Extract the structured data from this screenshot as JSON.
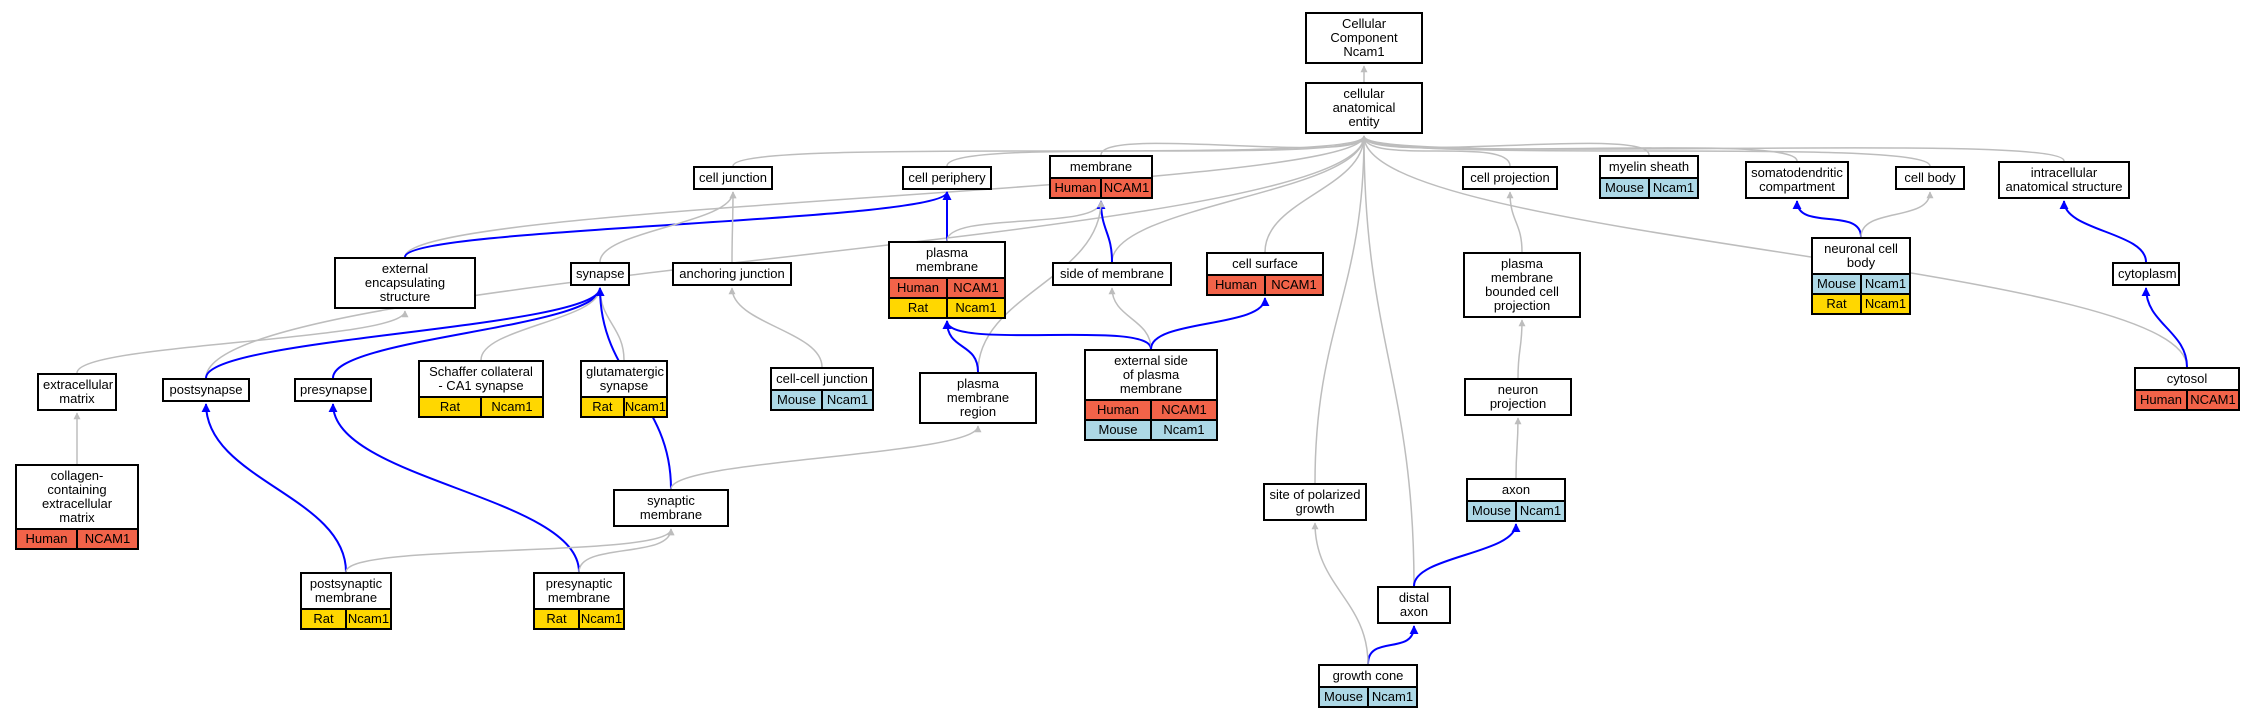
{
  "colors": {
    "gray_edge": "#bdbdbd",
    "blue_edge": "#0000ff",
    "Human": "#f26349",
    "Mouse": "#add8e6",
    "Rat": "#ffd700"
  },
  "terms": {
    "cc": {
      "lines": [
        "Cellular Component",
        "Ncam1"
      ],
      "tags": []
    },
    "cae": {
      "lines": [
        "cellular anatomical",
        "entity"
      ],
      "tags": []
    },
    "cj": {
      "lines": [
        "cell junction"
      ],
      "tags": []
    },
    "cp": {
      "lines": [
        "cell periphery"
      ],
      "tags": []
    },
    "mem": {
      "lines": [
        "membrane"
      ],
      "tags": [
        [
          "Human",
          "NCAM1"
        ]
      ]
    },
    "cproj": {
      "lines": [
        "cell projection"
      ],
      "tags": []
    },
    "ms": {
      "lines": [
        "myelin sheath"
      ],
      "tags": [
        [
          "Mouse",
          "Ncam1"
        ]
      ]
    },
    "sdc": {
      "lines": [
        "somatodendritic",
        "compartment"
      ],
      "tags": []
    },
    "cb": {
      "lines": [
        "cell body"
      ],
      "tags": []
    },
    "ias": {
      "lines": [
        "intracellular",
        "anatomical structure"
      ],
      "tags": []
    },
    "ees": {
      "lines": [
        "external encapsulating",
        "structure"
      ],
      "tags": []
    },
    "syn": {
      "lines": [
        "synapse"
      ],
      "tags": []
    },
    "aj": {
      "lines": [
        "anchoring junction"
      ],
      "tags": []
    },
    "pm": {
      "lines": [
        "plasma membrane"
      ],
      "tags": [
        [
          "Human",
          "NCAM1"
        ],
        [
          "Rat",
          "Ncam1"
        ]
      ]
    },
    "som": {
      "lines": [
        "side of membrane"
      ],
      "tags": []
    },
    "cs": {
      "lines": [
        "cell surface"
      ],
      "tags": [
        [
          "Human",
          "NCAM1"
        ]
      ]
    },
    "pmbcp": {
      "lines": [
        "plasma membrane",
        "bounded cell",
        "projection"
      ],
      "tags": []
    },
    "ncb": {
      "lines": [
        "neuronal cell",
        "body"
      ],
      "tags": [
        [
          "Mouse",
          "Ncam1"
        ],
        [
          "Rat",
          "Ncam1"
        ]
      ]
    },
    "cyto": {
      "lines": [
        "cytoplasm"
      ],
      "tags": []
    },
    "ecm": {
      "lines": [
        "extracellular",
        "matrix"
      ],
      "tags": []
    },
    "post": {
      "lines": [
        "postsynapse"
      ],
      "tags": []
    },
    "pre": {
      "lines": [
        "presynapse"
      ],
      "tags": []
    },
    "sch": {
      "lines": [
        "Schaffer collateral",
        "- CA1 synapse"
      ],
      "tags": [
        [
          "Rat",
          "Ncam1"
        ]
      ]
    },
    "glu": {
      "lines": [
        "glutamatergic",
        "synapse"
      ],
      "tags": [
        [
          "Rat",
          "Ncam1"
        ]
      ]
    },
    "ccj": {
      "lines": [
        "cell-cell junction"
      ],
      "tags": [
        [
          "Mouse",
          "Ncam1"
        ]
      ]
    },
    "pmr": {
      "lines": [
        "plasma membrane",
        "region"
      ],
      "tags": []
    },
    "espm": {
      "lines": [
        "external side",
        "of plasma membrane"
      ],
      "tags": [
        [
          "Human",
          "NCAM1"
        ],
        [
          "Mouse",
          "Ncam1"
        ]
      ]
    },
    "np": {
      "lines": [
        "neuron projection"
      ],
      "tags": []
    },
    "cytosol": {
      "lines": [
        "cytosol"
      ],
      "tags": [
        [
          "Human",
          "NCAM1"
        ]
      ]
    },
    "ccecm": {
      "lines": [
        "collagen-containing",
        "extracellular",
        "matrix"
      ],
      "tags": [
        [
          "Human",
          "NCAM1"
        ]
      ]
    },
    "sm": {
      "lines": [
        "synaptic membrane"
      ],
      "tags": []
    },
    "spg": {
      "lines": [
        "site of polarized",
        "growth"
      ],
      "tags": []
    },
    "axon": {
      "lines": [
        "axon"
      ],
      "tags": [
        [
          "Mouse",
          "Ncam1"
        ]
      ]
    },
    "psm": {
      "lines": [
        "postsynaptic",
        "membrane"
      ],
      "tags": [
        [
          "Rat",
          "Ncam1"
        ]
      ]
    },
    "prsm": {
      "lines": [
        "presynaptic",
        "membrane"
      ],
      "tags": [
        [
          "Rat",
          "Ncam1"
        ]
      ]
    },
    "da": {
      "lines": [
        "distal axon"
      ],
      "tags": []
    },
    "gc": {
      "lines": [
        "growth cone"
      ],
      "tags": [
        [
          "Mouse",
          "Ncam1"
        ]
      ]
    }
  },
  "edges": [
    {
      "from": "cae",
      "to": "cc",
      "color": "gray"
    },
    {
      "from": "cj",
      "to": "cae",
      "color": "gray"
    },
    {
      "from": "cp",
      "to": "cae",
      "color": "gray"
    },
    {
      "from": "mem",
      "to": "cae",
      "color": "gray"
    },
    {
      "from": "cproj",
      "to": "cae",
      "color": "gray"
    },
    {
      "from": "ms",
      "to": "cae",
      "color": "gray"
    },
    {
      "from": "sdc",
      "to": "cae",
      "color": "gray"
    },
    {
      "from": "cb",
      "to": "cae",
      "color": "gray"
    },
    {
      "from": "ias",
      "to": "cae",
      "color": "gray"
    },
    {
      "from": "ees",
      "to": "cae",
      "color": "gray"
    },
    {
      "from": "som",
      "to": "cae",
      "color": "gray"
    },
    {
      "from": "cs",
      "to": "cae",
      "color": "gray"
    },
    {
      "from": "spg",
      "to": "cae",
      "color": "gray"
    },
    {
      "from": "da",
      "to": "cae",
      "color": "gray"
    },
    {
      "from": "post",
      "to": "cae",
      "color": "gray"
    },
    {
      "from": "cytosol",
      "to": "cae",
      "color": "gray"
    },
    {
      "from": "ees",
      "to": "cp",
      "color": "blue"
    },
    {
      "from": "pm",
      "to": "cp",
      "color": "blue"
    },
    {
      "from": "pm",
      "to": "mem",
      "color": "gray"
    },
    {
      "from": "som",
      "to": "mem",
      "color": "blue"
    },
    {
      "from": "pmr",
      "to": "mem",
      "color": "gray"
    },
    {
      "from": "syn",
      "to": "cj",
      "color": "gray"
    },
    {
      "from": "aj",
      "to": "cj",
      "color": "gray"
    },
    {
      "from": "ccj",
      "to": "aj",
      "color": "gray"
    },
    {
      "from": "ecm",
      "to": "ees",
      "color": "gray"
    },
    {
      "from": "ccecm",
      "to": "ecm",
      "color": "gray"
    },
    {
      "from": "post",
      "to": "syn",
      "color": "blue"
    },
    {
      "from": "pre",
      "to": "syn",
      "color": "blue"
    },
    {
      "from": "sch",
      "to": "syn",
      "color": "gray"
    },
    {
      "from": "glu",
      "to": "syn",
      "color": "gray"
    },
    {
      "from": "sm",
      "to": "syn",
      "color": "blue"
    },
    {
      "from": "espm",
      "to": "pm",
      "color": "blue"
    },
    {
      "from": "pmr",
      "to": "pm",
      "color": "blue"
    },
    {
      "from": "espm",
      "to": "som",
      "color": "gray"
    },
    {
      "from": "espm",
      "to": "cs",
      "color": "blue"
    },
    {
      "from": "sm",
      "to": "pmr",
      "color": "gray"
    },
    {
      "from": "psm",
      "to": "post",
      "color": "blue"
    },
    {
      "from": "prsm",
      "to": "pre",
      "color": "blue"
    },
    {
      "from": "psm",
      "to": "sm",
      "color": "gray"
    },
    {
      "from": "prsm",
      "to": "sm",
      "color": "gray"
    },
    {
      "from": "pmbcp",
      "to": "cproj",
      "color": "gray"
    },
    {
      "from": "np",
      "to": "pmbcp",
      "color": "gray"
    },
    {
      "from": "axon",
      "to": "np",
      "color": "gray"
    },
    {
      "from": "da",
      "to": "axon",
      "color": "blue"
    },
    {
      "from": "gc",
      "to": "da",
      "color": "blue"
    },
    {
      "from": "gc",
      "to": "spg",
      "color": "gray"
    },
    {
      "from": "ncb",
      "to": "sdc",
      "color": "blue"
    },
    {
      "from": "ncb",
      "to": "cb",
      "color": "gray"
    },
    {
      "from": "cyto",
      "to": "ias",
      "color": "blue"
    },
    {
      "from": "cytosol",
      "to": "cyto",
      "color": "blue"
    }
  ]
}
